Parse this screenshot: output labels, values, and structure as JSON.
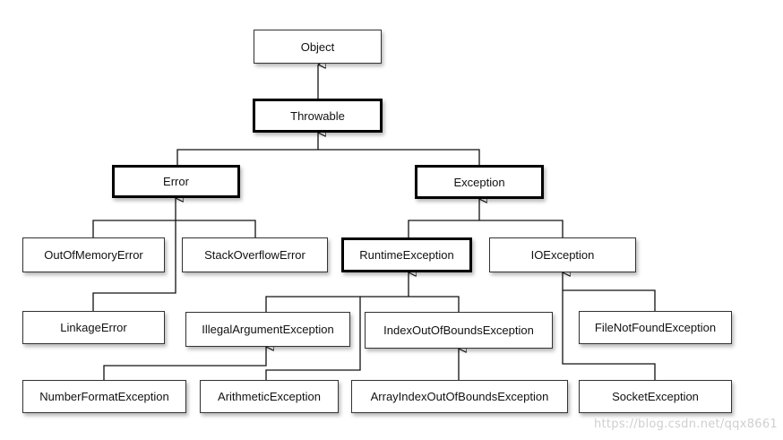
{
  "nodes": {
    "object": "Object",
    "throwable": "Throwable",
    "error": "Error",
    "exception": "Exception",
    "out_of_memory_error": "OutOfMemoryError",
    "stack_overflow_error": "StackOverflowError",
    "runtime_exception": "RuntimeException",
    "io_exception": "IOException",
    "linkage_error": "LinkageError",
    "illegal_argument_exception": "IllegalArgumentException",
    "index_out_of_bounds_exception": "IndexOutOfBoundsException",
    "file_not_found_exception": "FileNotFoundException",
    "number_format_exception": "NumberFormatException",
    "arithmetic_exception": "ArithmeticException",
    "array_index_out_of_bounds_exception": "ArrayIndexOutOfBoundsException",
    "socket_exception": "SocketException"
  },
  "watermark": "https://blog.csdn.net/qqx8661"
}
